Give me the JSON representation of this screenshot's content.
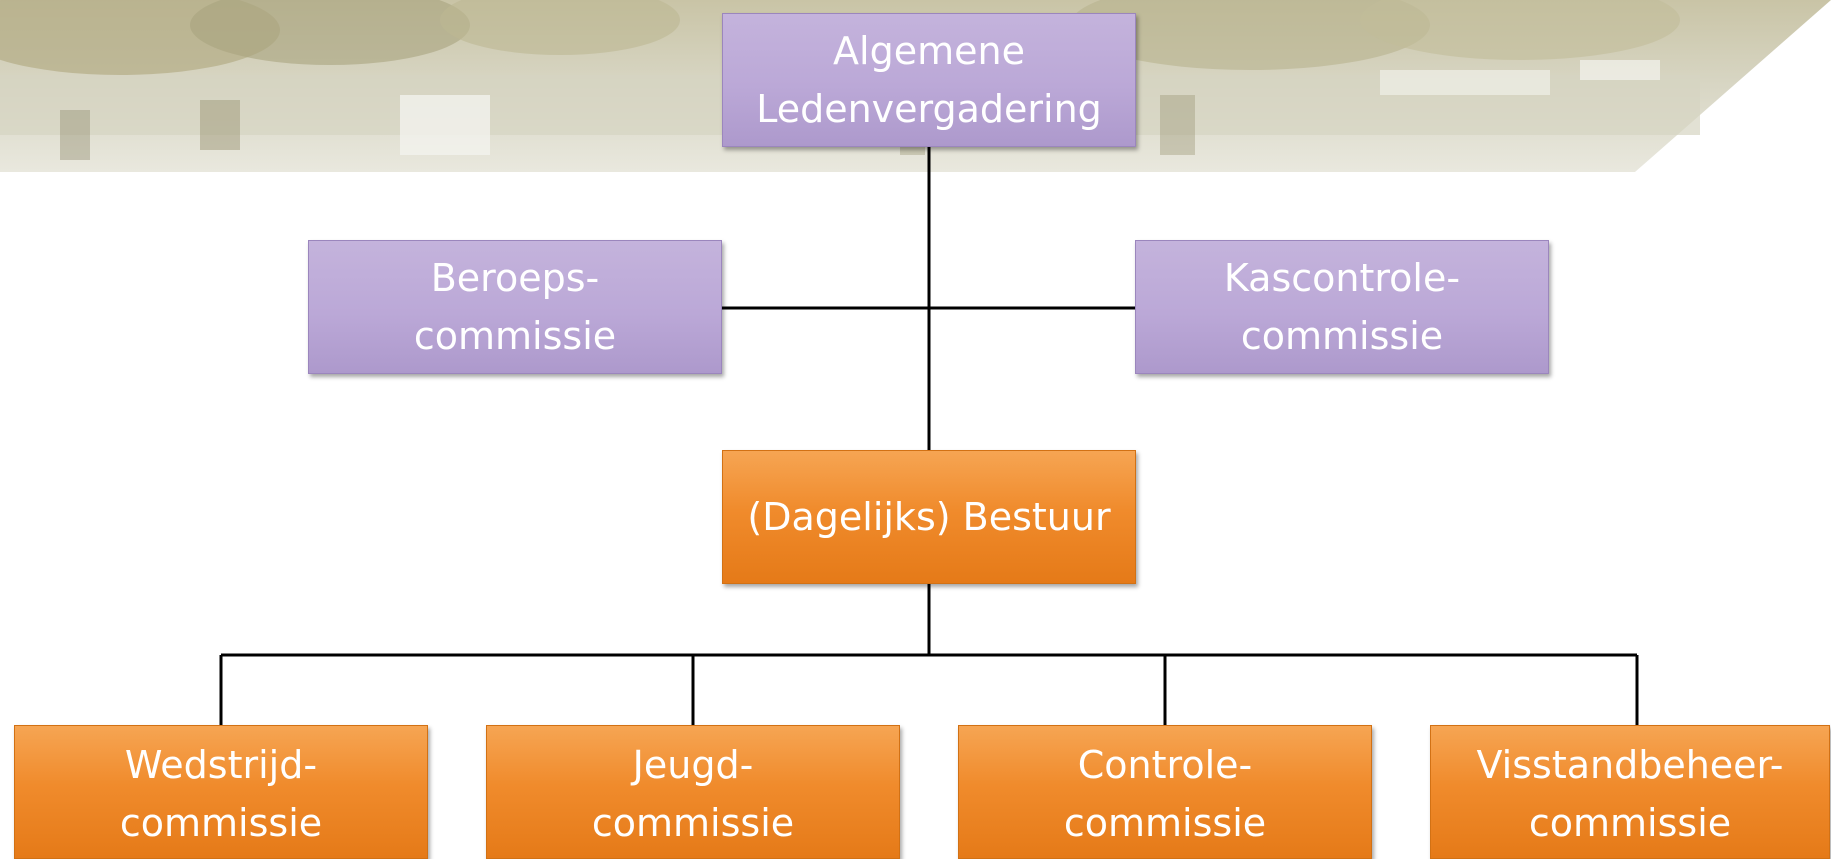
{
  "diagram": {
    "top": {
      "line1": "Algemene",
      "line2": "Ledenvergadering"
    },
    "left_committee": {
      "line1": "Beroeps-",
      "line2": "commissie"
    },
    "right_committee": {
      "line1": "Kascontrole-",
      "line2": "commissie"
    },
    "board": {
      "label": "(Dagelijks) Bestuur"
    },
    "sub_committees": [
      {
        "line1": "Wedstrijd-",
        "line2": "commissie"
      },
      {
        "line1": "Jeugd-",
        "line2": "commissie"
      },
      {
        "line1": "Controle-",
        "line2": "commissie"
      },
      {
        "line1": "Visstandbeheer-",
        "line2": "commissie"
      }
    ]
  },
  "colors": {
    "purple_box": "#bba8d7",
    "orange_box": "#f08b2c",
    "connector": "#000000",
    "text": "#ffffff"
  }
}
